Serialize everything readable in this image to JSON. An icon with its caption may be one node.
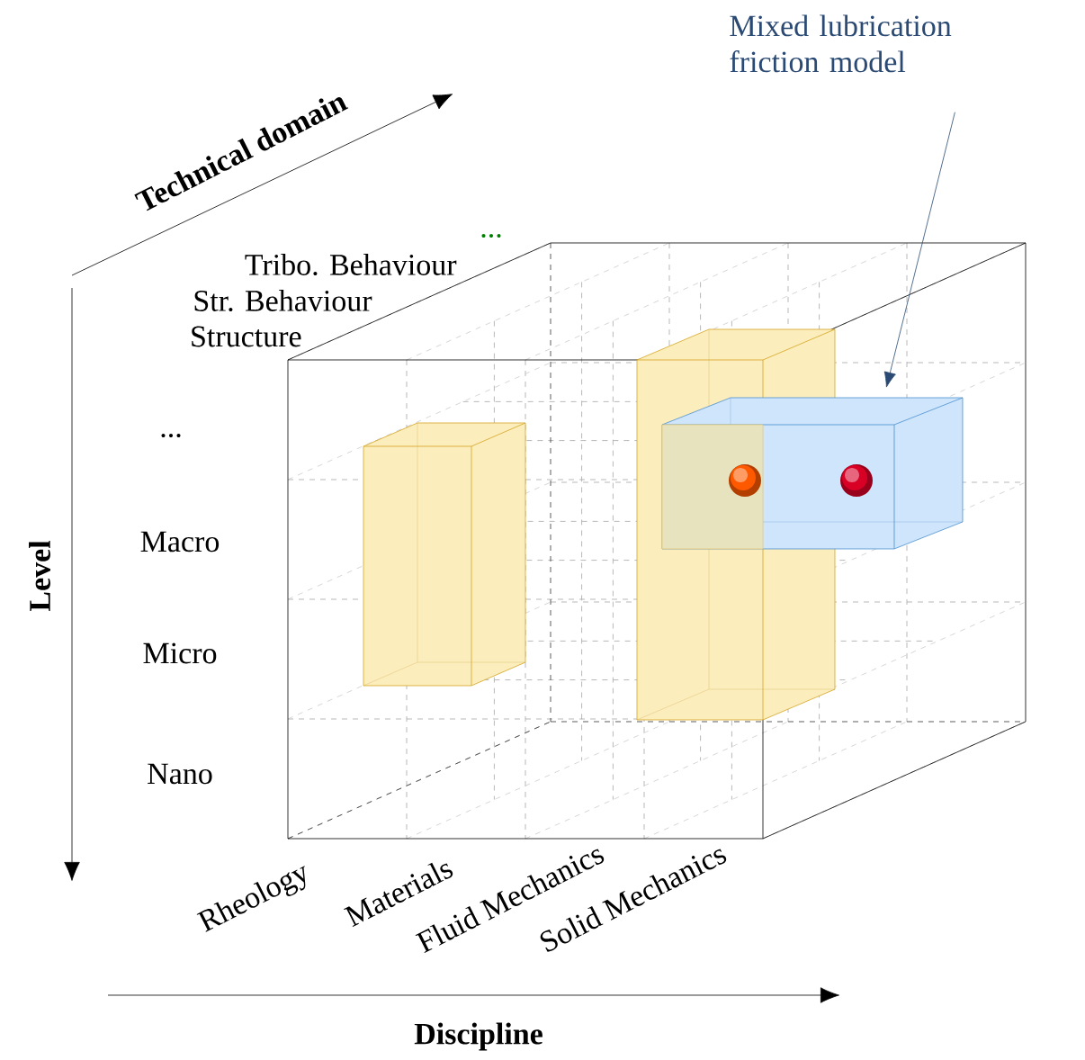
{
  "diagram": {
    "nodes": [
      {
        "text": [
          "Mixed lubrication friction model"
        ]
      },
      {
        "text": [],
        "shape": "box"
      }
    ],
    "edges": [
      {
        "from": 0,
        "to": 1,
        "arrow": "to",
        "color": "#2b4a73"
      }
    ],
    "labels": [
      "Technical domain",
      "...",
      "Tribo. Behaviour",
      "Str. Behaviour",
      "Structure",
      "...",
      "Macro",
      "Level",
      "Micro",
      "Nano",
      "Rheology",
      "Materials",
      "Fluid Mechanics",
      "Solid Mechanics",
      "Discipline"
    ]
  }
}
